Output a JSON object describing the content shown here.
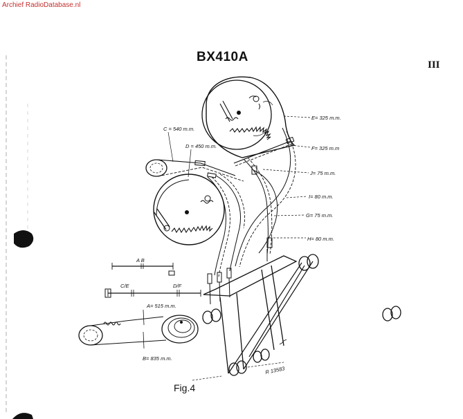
{
  "watermark": "Archief RadioDatabase.nl",
  "header": {
    "title": "BX410A",
    "page_number": "III"
  },
  "figure": {
    "caption": "Fig.4",
    "reference": "R 13583",
    "cord_labels": {
      "E": "E= 325 m.m.",
      "F": "F= 325 m.m",
      "J": "J= 75 m.m.",
      "I": "I= 80 m.m.",
      "G": "G= 75 m.m.",
      "H": "H= 80 m.m.",
      "C": "C = 540 m.m.",
      "D": "D = 450 m.m.",
      "A": "A= 515 m.m.",
      "B": "B= 835 m.m."
    },
    "legend": {
      "ab": "A  B",
      "ce": "C/E",
      "df": "D/F"
    }
  }
}
